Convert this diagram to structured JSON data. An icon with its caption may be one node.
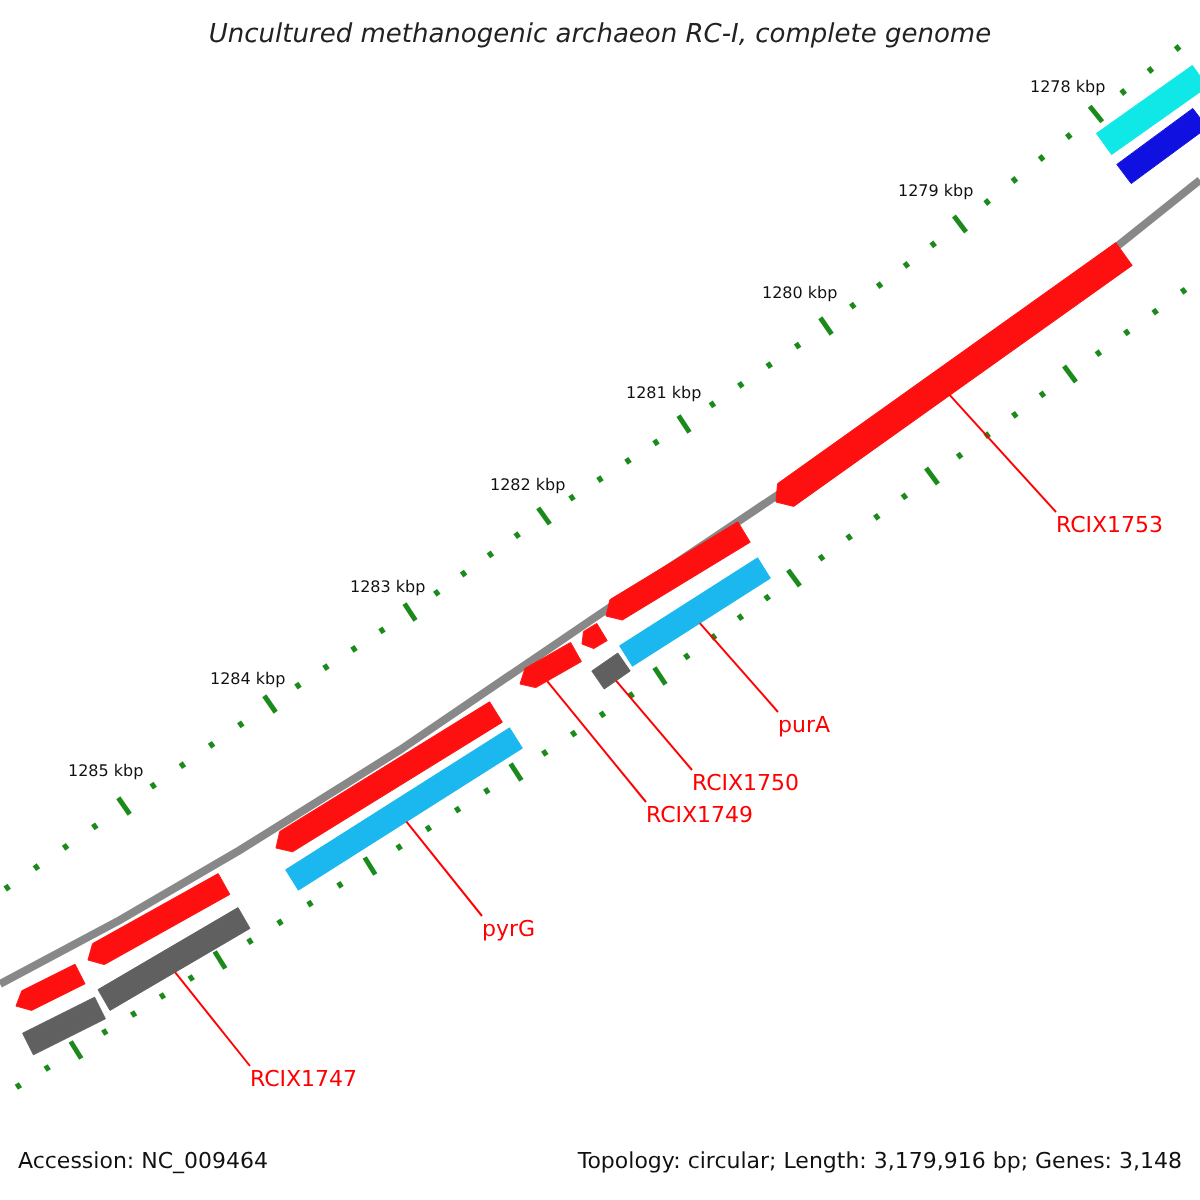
{
  "diagram": {
    "title": "Uncultured methanogenic archaeon RC-I, complete genome",
    "nodes": [
      {
        "text": [],
        "shape": "bar"
      },
      {
        "text": [],
        "shape": "bar"
      },
      {
        "text": [],
        "shape": "bar"
      },
      {
        "text": [],
        "shape": "bar"
      },
      {
        "text": [],
        "shape": "bar"
      },
      {
        "text": [],
        "shape": "bar"
      },
      {
        "text": [],
        "shape": "bar"
      },
      {
        "text": [],
        "shape": "bar"
      },
      {
        "text": [],
        "shape": "bar"
      },
      {
        "text": [],
        "shape": "bar"
      },
      {
        "text": [],
        "shape": "bar"
      },
      {
        "text": [],
        "shape": "bar"
      },
      {
        "text": [],
        "shape": "bar"
      },
      {
        "text": [],
        "shape": "bar"
      },
      {
        "text": [
          "RCIX1753"
        ]
      },
      {
        "text": [
          "purA"
        ]
      },
      {
        "text": [
          "RCIX1750"
        ]
      },
      {
        "text": [
          "RCIX1749"
        ]
      },
      {
        "text": [
          "pyrG"
        ]
      },
      {
        "text": [
          "RCIX1747"
        ]
      }
    ],
    "edges": [
      {
        "from": 14,
        "to": 11,
        "arrow": "none"
      },
      {
        "from": 15,
        "to": 10,
        "arrow": "none"
      },
      {
        "from": 16,
        "to": 8,
        "arrow": "none"
      },
      {
        "from": 17,
        "to": 6,
        "arrow": "none"
      },
      {
        "from": 18,
        "to": 5,
        "arrow": "none"
      },
      {
        "from": 19,
        "to": 3,
        "arrow": "none"
      }
    ],
    "labels": [
      "1278 kbp",
      "1279 kbp",
      "1280 kbp",
      "1281 kbp",
      "1282 kbp",
      "1283 kbp",
      "1284 kbp",
      "1285 kbp",
      "Accession: NC_009464",
      "Topology: circular; Length: 3,179,916 bp; Genes: 3,148"
    ]
  }
}
